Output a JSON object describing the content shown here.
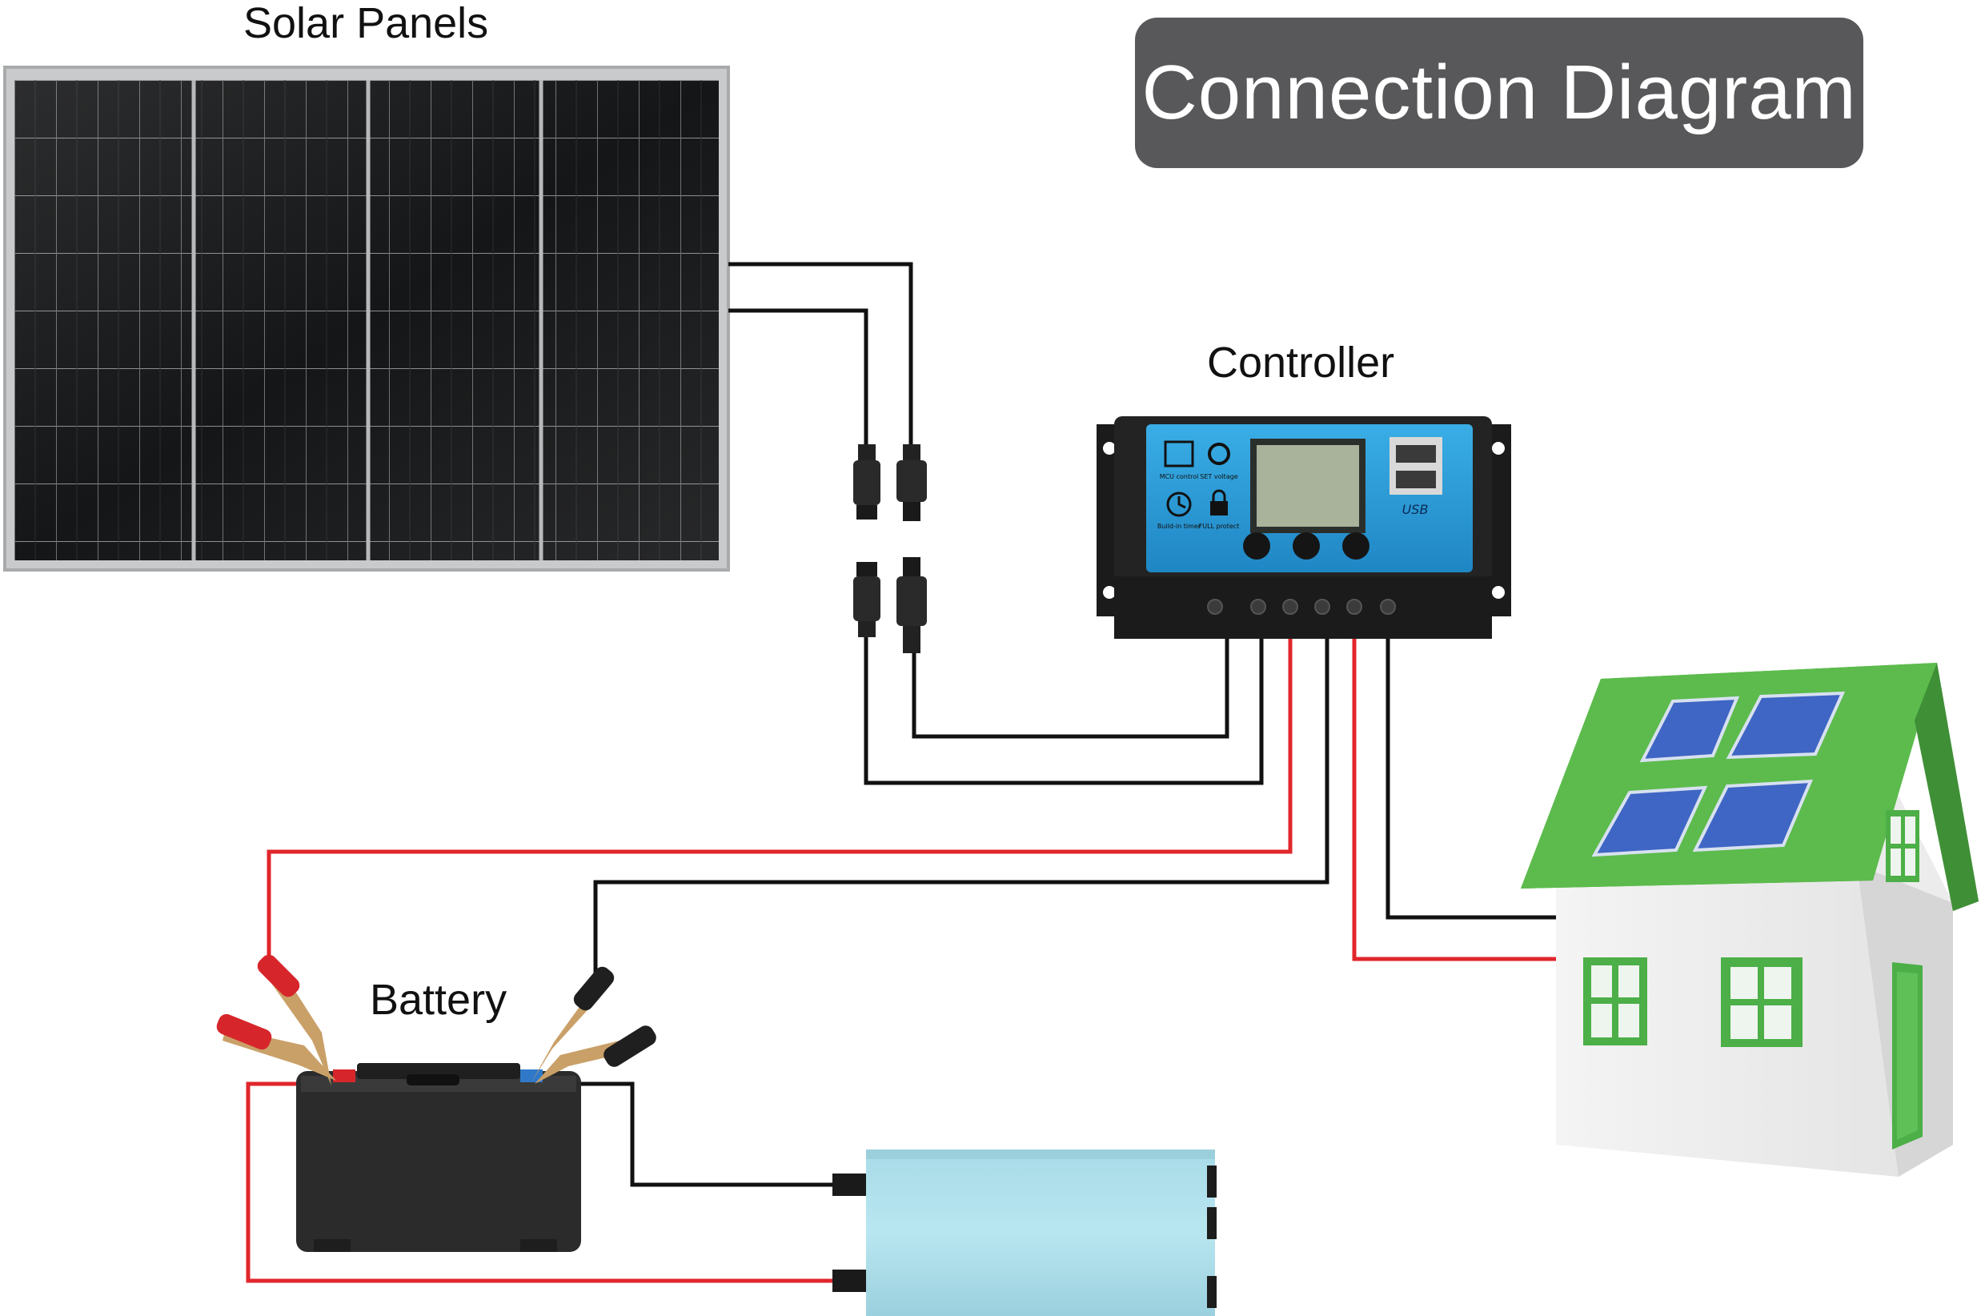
{
  "title": "Connection Diagram",
  "labels": {
    "solar_panels": "Solar Panels",
    "controller": "Controller",
    "battery": "Battery"
  },
  "controller_panel": {
    "icon_labels": [
      "MCU control",
      "SET voltage",
      "Build-in timer",
      "FULL protect"
    ],
    "usb_label": "USB"
  },
  "colors": {
    "title_box": "#58585a",
    "positive_wire": "#e0262b",
    "negative_wire": "#111111",
    "controller_face": "#2c9fd8",
    "inverter": "#b2e2ee",
    "house_roof": "#58b14a",
    "house_trim": "#4caf47"
  }
}
